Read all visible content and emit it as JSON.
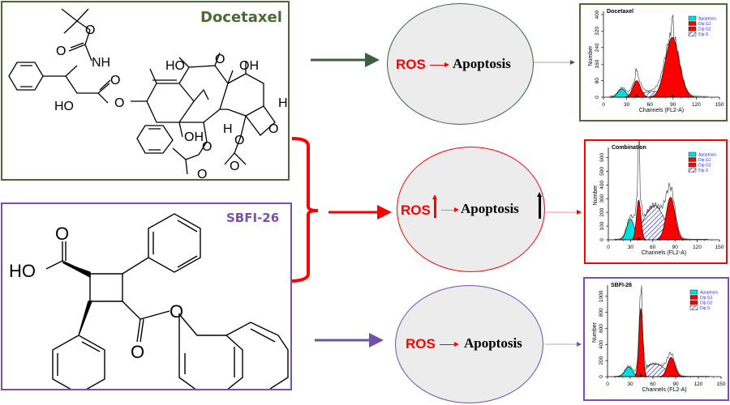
{
  "colors": {
    "docetaxel": "#4a6a33",
    "combination": "#ff0000",
    "sbfi": "#7b4fb0",
    "ros": "#ff0000",
    "circle_fill": "#ececec",
    "apoptosis_fill": "#00e0e0",
    "g1_fill": "#ff0000",
    "g2_fill": "#ff0000",
    "s_fill": "#3030c0"
  },
  "molecules": [
    {
      "name": "Docetaxel",
      "atom_labels": [
        "O",
        "O",
        "NH",
        "O",
        "HO",
        "O",
        "HO",
        "O",
        "OH",
        "H",
        "O",
        "OH",
        "H",
        "O",
        "O",
        "O",
        "O"
      ]
    },
    {
      "name": "SBFI-26",
      "atom_labels": [
        "O",
        "HO",
        "O",
        "O"
      ]
    }
  ],
  "pathways": [
    {
      "id": "docetaxel",
      "ros": "ROS",
      "apoptosis": "Apoptosis",
      "ros_up": false,
      "apoptosis_up": false
    },
    {
      "id": "combination",
      "ros": "ROS",
      "apoptosis": "Apoptosis",
      "ros_up": true,
      "apoptosis_up": true
    },
    {
      "id": "sbfi",
      "ros": "ROS",
      "apoptosis": "Apoptosis",
      "ros_up": false,
      "apoptosis_up": false
    }
  ],
  "chart_data": [
    {
      "type": "area",
      "title": "Docetaxel",
      "xlabel": "Channels (FL2-A)",
      "ylabel": "Number",
      "xlim": [
        0,
        150
      ],
      "ylim": [
        0,
        400
      ],
      "xticks": [
        "0",
        "30",
        "60",
        "90",
        "120",
        "150"
      ],
      "yticks": [
        "0",
        "80",
        "160",
        "240",
        "320",
        "400"
      ],
      "legend": [
        "Apoptosis",
        "Dip G1",
        "Dip G2",
        "Dip S"
      ],
      "legend_position": "top-right",
      "series": [
        {
          "name": "Apoptosis",
          "peak_x": 24,
          "peak_y": 40,
          "sigma": 5
        },
        {
          "name": "Dip G1",
          "peak_x": 43,
          "peak_y": 80,
          "sigma": 5
        },
        {
          "name": "Dip S",
          "peak_x": 65,
          "peak_y": 28,
          "sigma": 18
        },
        {
          "name": "Dip G2",
          "peak_x": 89,
          "peak_y": 290,
          "sigma": 9
        }
      ],
      "raw_peak_max": 370
    },
    {
      "type": "area",
      "title": "Combination",
      "xlabel": "Channels (FL2-A)",
      "ylabel": "Number",
      "xlim": [
        0,
        150
      ],
      "ylim": [
        0,
        650
      ],
      "xticks": [
        "0",
        "30",
        "60",
        "90",
        "120",
        "150"
      ],
      "yticks": [
        "0",
        "100",
        "200",
        "300",
        "400",
        "500",
        "600"
      ],
      "legend": [
        "Apoptosis",
        "Dip G1",
        "Dip G2",
        "Dip S"
      ],
      "legend_position": "top-right",
      "series": [
        {
          "name": "Apoptosis",
          "peak_x": 30,
          "peak_y": 150,
          "sigma": 5
        },
        {
          "name": "Dip G1",
          "peak_x": 41,
          "peak_y": 290,
          "sigma": 3
        },
        {
          "name": "Dip S",
          "peak_x": 62,
          "peak_y": 250,
          "sigma": 14
        },
        {
          "name": "Dip G2",
          "peak_x": 84,
          "peak_y": 310,
          "sigma": 6
        }
      ],
      "raw_peak_max": 680
    },
    {
      "type": "area",
      "title": "SBFI-26",
      "xlabel": "Channels (FL2-A)",
      "ylabel": "Number",
      "xlim": [
        0,
        150
      ],
      "ylim": [
        0,
        1100
      ],
      "xticks": [
        "0",
        "30",
        "60",
        "90",
        "120",
        "150"
      ],
      "yticks": [
        "0",
        "200",
        "400",
        "600",
        "800",
        "1000"
      ],
      "legend": [
        "Apoptosis",
        "Dip G1",
        "Dip G2",
        "Dip S"
      ],
      "legend_position": "top-right",
      "series": [
        {
          "name": "Apoptosis",
          "peak_x": 28,
          "peak_y": 120,
          "sigma": 5
        },
        {
          "name": "Dip G1",
          "peak_x": 44,
          "peak_y": 850,
          "sigma": 2.5
        },
        {
          "name": "Dip S",
          "peak_x": 62,
          "peak_y": 160,
          "sigma": 14
        },
        {
          "name": "Dip G2",
          "peak_x": 84,
          "peak_y": 240,
          "sigma": 5
        }
      ],
      "raw_peak_max": 1060
    }
  ]
}
